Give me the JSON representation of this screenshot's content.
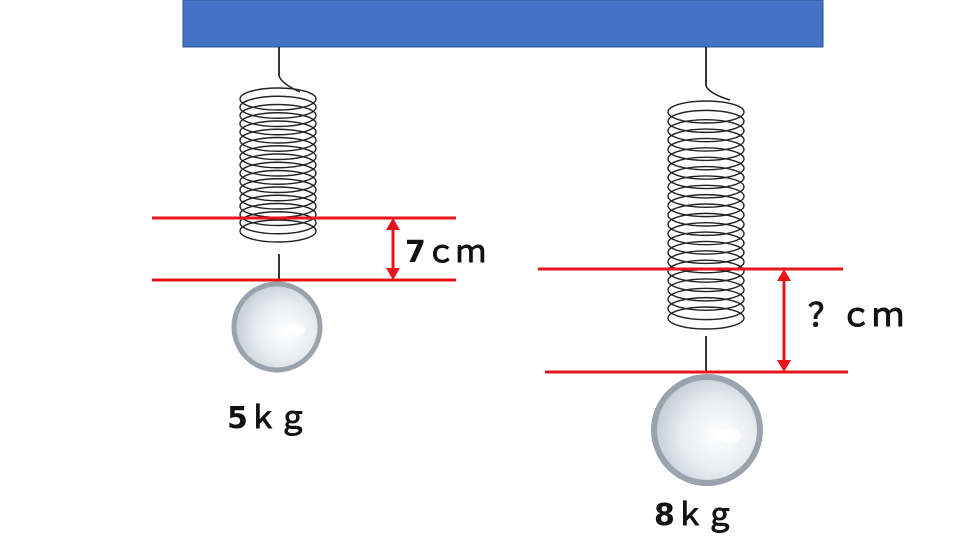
{
  "colors": {
    "ceiling": "#4472C4",
    "measure_line": "#E8141B",
    "spring": "#222222",
    "ball_rim": "#9aa3ad"
  },
  "left_setup": {
    "mass_label": "5ｋｇ",
    "extension_label": "7ｃｍ"
  },
  "right_setup": {
    "mass_label": "8ｋｇ",
    "extension_label": "？ｃｍ"
  }
}
